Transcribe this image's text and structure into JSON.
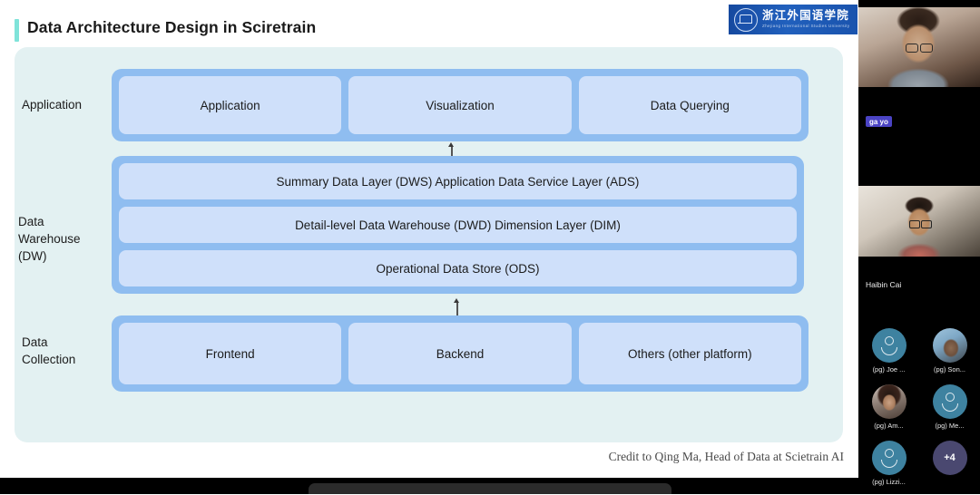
{
  "slide": {
    "title": "Data Architecture Design in Sciretrain",
    "credit": "Credit to Qing Ma, Head of Data at Scietrain AI",
    "logo": {
      "cn": "浙江外国语学院",
      "en": "Zhejiang International Studies University"
    },
    "accent_color": "#7fe3d9",
    "panel_bg": "#e3f1f2",
    "group_color": "#8fbdf0",
    "cell_color": "#cfe0fa",
    "layers": [
      {
        "label": "Application",
        "cells": [
          "Application",
          "Visualization",
          "Data Querying"
        ]
      },
      {
        "label": "Data\nWarehouse\n(DW)",
        "label_lines": [
          "Data",
          "Warehouse",
          "(DW)"
        ],
        "cells": [
          "Summary Data Layer (DWS)   Application Data Service Layer (ADS)",
          "Detail-level Data Warehouse (DWD)   Dimension Layer (DIM)",
          "Operational Data Store (ODS)"
        ]
      },
      {
        "label": "Data\nCollection",
        "label_lines": [
          "Data",
          "Collection"
        ],
        "cells": [
          "Frontend",
          "Backend",
          "Others (other platform)"
        ]
      }
    ],
    "connectors": [
      {
        "name": "data-warehouse-to-application",
        "direction": "up"
      },
      {
        "name": "data-collection-to-data-warehouse",
        "direction": "up"
      }
    ]
  },
  "video_rail": {
    "tiles": [
      {
        "name": "ga yo",
        "name_style": "badge"
      },
      {
        "name": "Haibin Cai",
        "name_style": "plain"
      }
    ],
    "participants": [
      {
        "name": "(pg) Joe ...",
        "avatar": "placeholder"
      },
      {
        "name": "(pg) Son...",
        "avatar": "photo"
      },
      {
        "name": "(pg) Am...",
        "avatar": "photo"
      },
      {
        "name": "(pg) Me...",
        "avatar": "placeholder"
      },
      {
        "name": "(pg) Lizzi...",
        "avatar": "placeholder"
      },
      {
        "name": "+4",
        "avatar": "more"
      }
    ],
    "badge_color": "#4b44c4",
    "avatar_color": "#3e82a0",
    "more_color": "#4a4870"
  }
}
